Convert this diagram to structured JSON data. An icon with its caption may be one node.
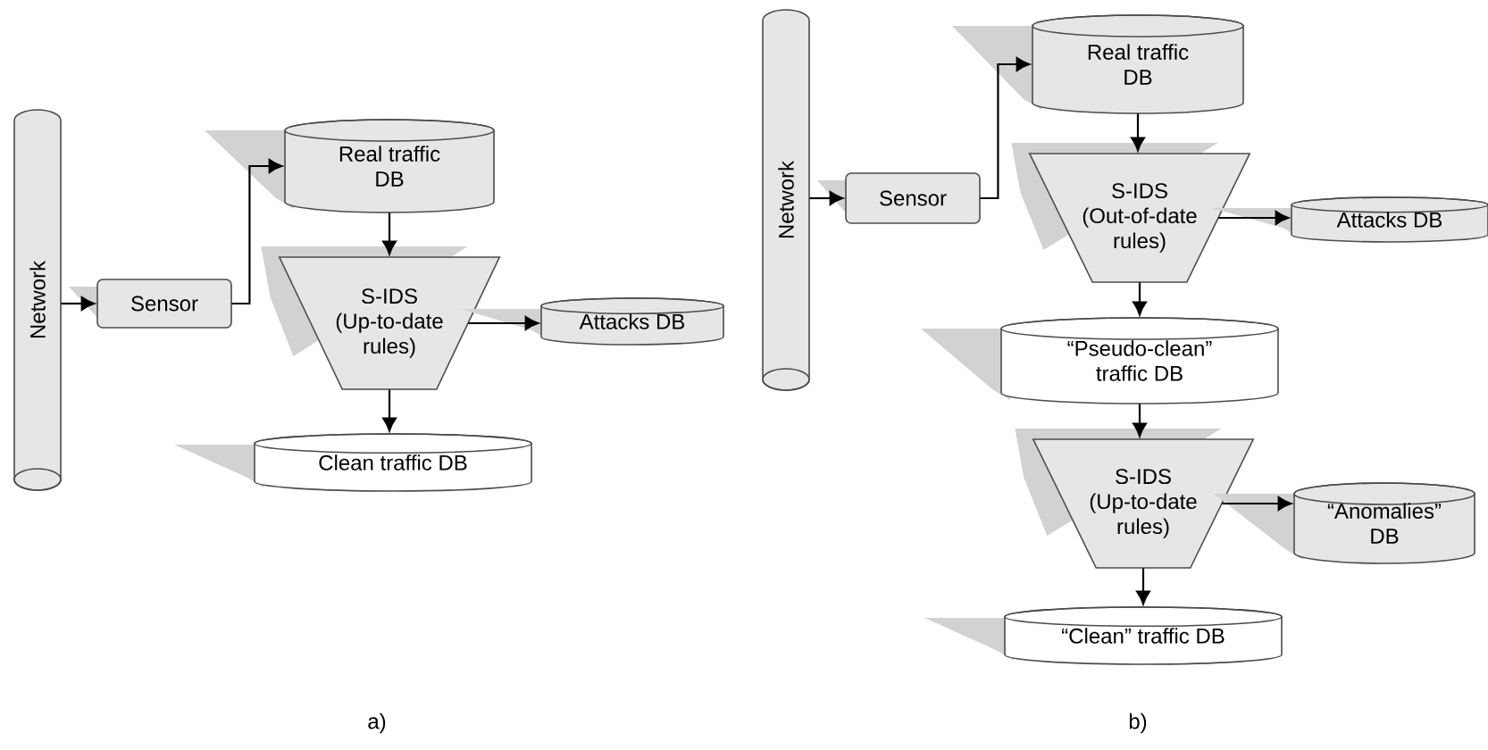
{
  "diagram": {
    "nodes": [
      {
        "text": [
          "Network"
        ]
      },
      {
        "text": [
          "Sensor"
        ]
      },
      {
        "text": [
          "Real traffic DB"
        ]
      },
      {
        "text": [
          "S-IDS (Up-to-date rules)"
        ]
      },
      {
        "text": [
          "Attacks DB"
        ]
      },
      {
        "text": [
          "Clean traffic DB"
        ]
      },
      {
        "text": [
          "Network"
        ]
      },
      {
        "text": [
          "Sensor"
        ]
      },
      {
        "text": [
          "Real traffic DB"
        ]
      },
      {
        "text": [
          "S-IDS (Out-of-date rules)"
        ]
      },
      {
        "text": [
          "Attacks DB"
        ]
      },
      {
        "text": [
          "“Pseudo-clean” traffic DB"
        ]
      },
      {
        "text": [
          "S-IDS (Up-to-date rules)"
        ]
      },
      {
        "text": [
          "“Anomalies” DB"
        ]
      },
      {
        "text": [
          "“Clean” traffic DB"
        ]
      }
    ],
    "edges": [
      {
        "from": 0,
        "to": 1,
        "arrow": "to"
      },
      {
        "from": 1,
        "to": 2,
        "arrow": "to"
      },
      {
        "from": 2,
        "to": 3,
        "arrow": "to"
      },
      {
        "from": 3,
        "to": 4,
        "arrow": "to"
      },
      {
        "from": 3,
        "to": 5,
        "arrow": "to"
      },
      {
        "from": 6,
        "to": 7,
        "arrow": "to"
      },
      {
        "from": 7,
        "to": 8,
        "arrow": "to"
      },
      {
        "from": 8,
        "to": 9,
        "arrow": "to"
      },
      {
        "from": 9,
        "to": 10,
        "arrow": "to"
      },
      {
        "from": 9,
        "to": 11,
        "arrow": "to"
      },
      {
        "from": 11,
        "to": 12,
        "arrow": "to"
      },
      {
        "from": 12,
        "to": 13,
        "arrow": "to"
      },
      {
        "from": 12,
        "to": 14,
        "arrow": "to"
      }
    ],
    "labels": [
      "a)",
      "b)"
    ]
  }
}
